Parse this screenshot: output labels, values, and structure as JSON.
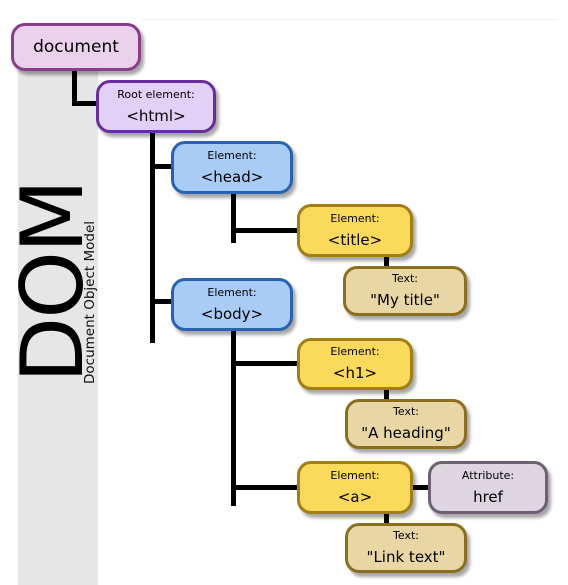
{
  "title": {
    "big": "DOM",
    "subtitle": "Document Object Model"
  },
  "nodes": {
    "document": {
      "value": "document"
    },
    "html": {
      "label": "Root element:",
      "value": "<html>"
    },
    "head": {
      "label": "Element:",
      "value": "<head>"
    },
    "title": {
      "label": "Element:",
      "value": "<title>"
    },
    "title_text": {
      "label": "Text:",
      "value": "\"My title\""
    },
    "body": {
      "label": "Element:",
      "value": "<body>"
    },
    "h1": {
      "label": "Element:",
      "value": "<h1>"
    },
    "h1_text": {
      "label": "Text:",
      "value": "\"A heading\""
    },
    "a": {
      "label": "Element:",
      "value": "<a>"
    },
    "a_attr": {
      "label": "Attribute:",
      "value": "href"
    },
    "a_text": {
      "label": "Text:",
      "value": "\"Link text\""
    }
  },
  "colors": {
    "document": "#ecd1ec",
    "root": "#e3d0f6",
    "element_blue": "#a9ccf7",
    "element_yellow": "#fbd95a",
    "text": "#e8d7a4",
    "attribute": "#ddd6e1"
  }
}
